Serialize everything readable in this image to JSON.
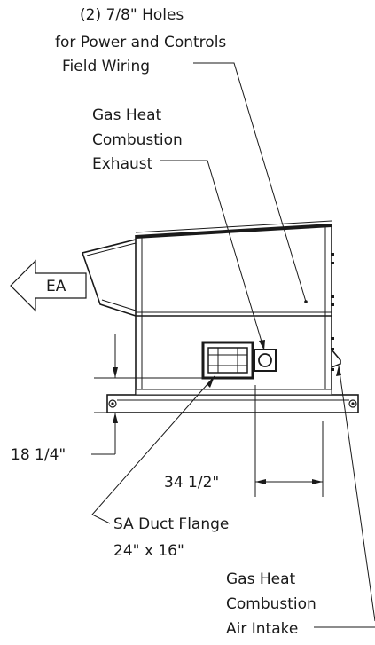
{
  "callouts": {
    "wiring_holes": [
      "(2) 7/8\" Holes",
      "for Power and Controls",
      "Field Wiring"
    ],
    "exhaust": [
      "Gas Heat",
      "Combustion",
      "Exhaust"
    ],
    "intake": [
      "Gas Heat",
      "Combustion",
      "Air Intake"
    ],
    "sa_flange": [
      "SA Duct Flange",
      "24\" x 16\""
    ]
  },
  "arrow_label": "EA",
  "dimensions": {
    "height": "18 1/4\"",
    "width": "34 1/2\""
  }
}
